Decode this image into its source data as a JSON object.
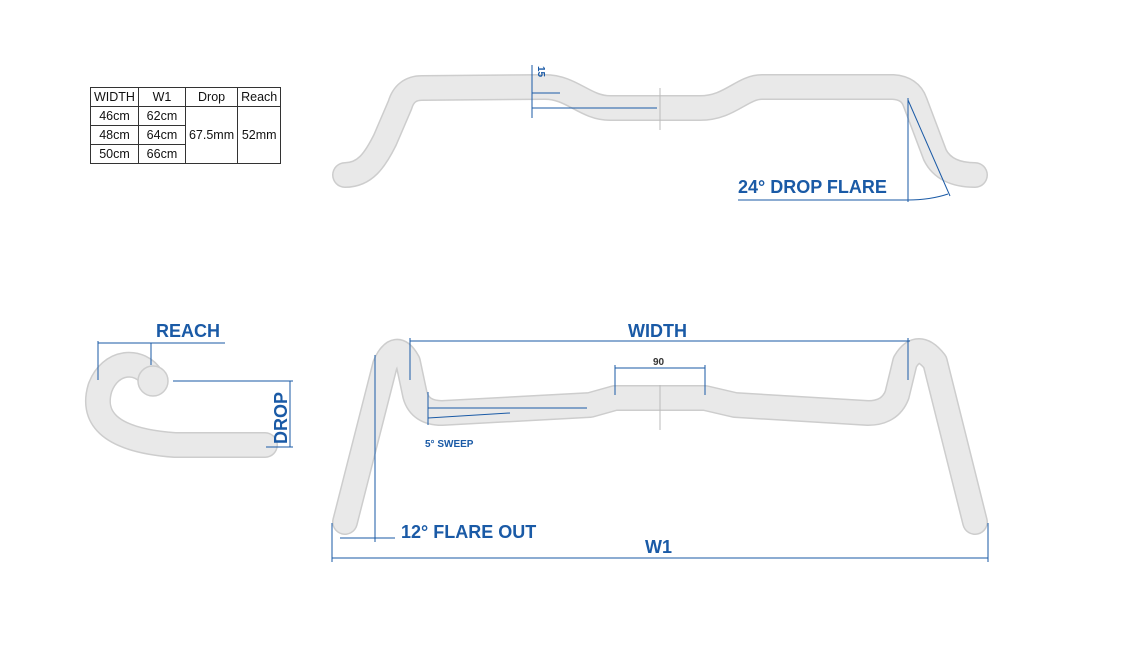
{
  "spec_table": {
    "headers": [
      "WIDTH",
      "W1",
      "Drop",
      "Reach"
    ],
    "rows": [
      {
        "width": "46cm",
        "w1": "62cm"
      },
      {
        "width": "48cm",
        "w1": "64cm"
      },
      {
        "width": "50cm",
        "w1": "66cm"
      }
    ],
    "drop": "67.5mm",
    "reach": "52mm"
  },
  "labels": {
    "rise": "15",
    "drop_flare": "24° DROP FLARE",
    "reach": "REACH",
    "drop": "DROP",
    "width": "WIDTH",
    "center": "90",
    "sweep": "5° SWEEP",
    "flare_out": "12° FLARE OUT",
    "w1": "W1"
  },
  "colors": {
    "accent": "#1a5aa6",
    "tube": "#e8e8e8",
    "tube_edge": "#cdcdcd"
  }
}
